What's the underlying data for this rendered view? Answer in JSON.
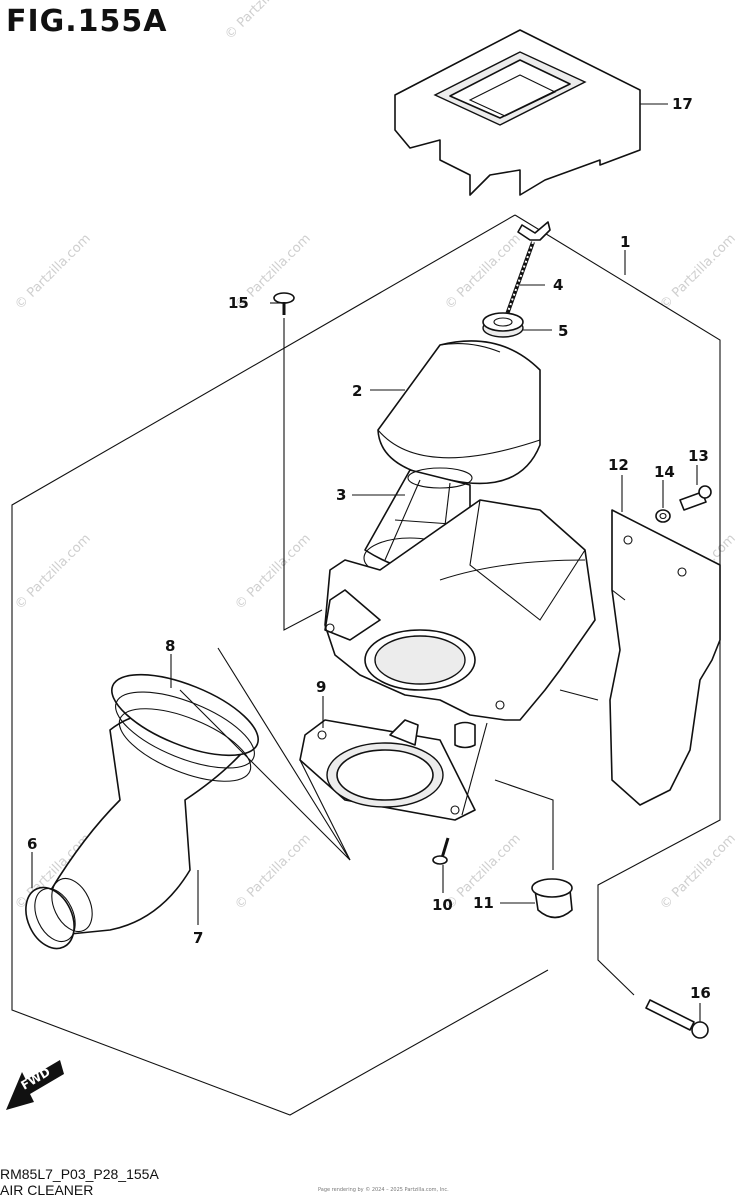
{
  "figure": {
    "title": "FIG.155A",
    "code": "RM85L7_P03_P28_155A",
    "caption": "AIR CLEANER",
    "copyright": "Page rendering by © 2024 – 2025 Partzilla.com, Inc."
  },
  "watermark": "© Partzilla.com",
  "direction_marker": "FWD",
  "callouts": [
    "1",
    "2",
    "3",
    "4",
    "5",
    "6",
    "7",
    "8",
    "9",
    "10",
    "11",
    "12",
    "13",
    "14",
    "15",
    "16",
    "17"
  ]
}
